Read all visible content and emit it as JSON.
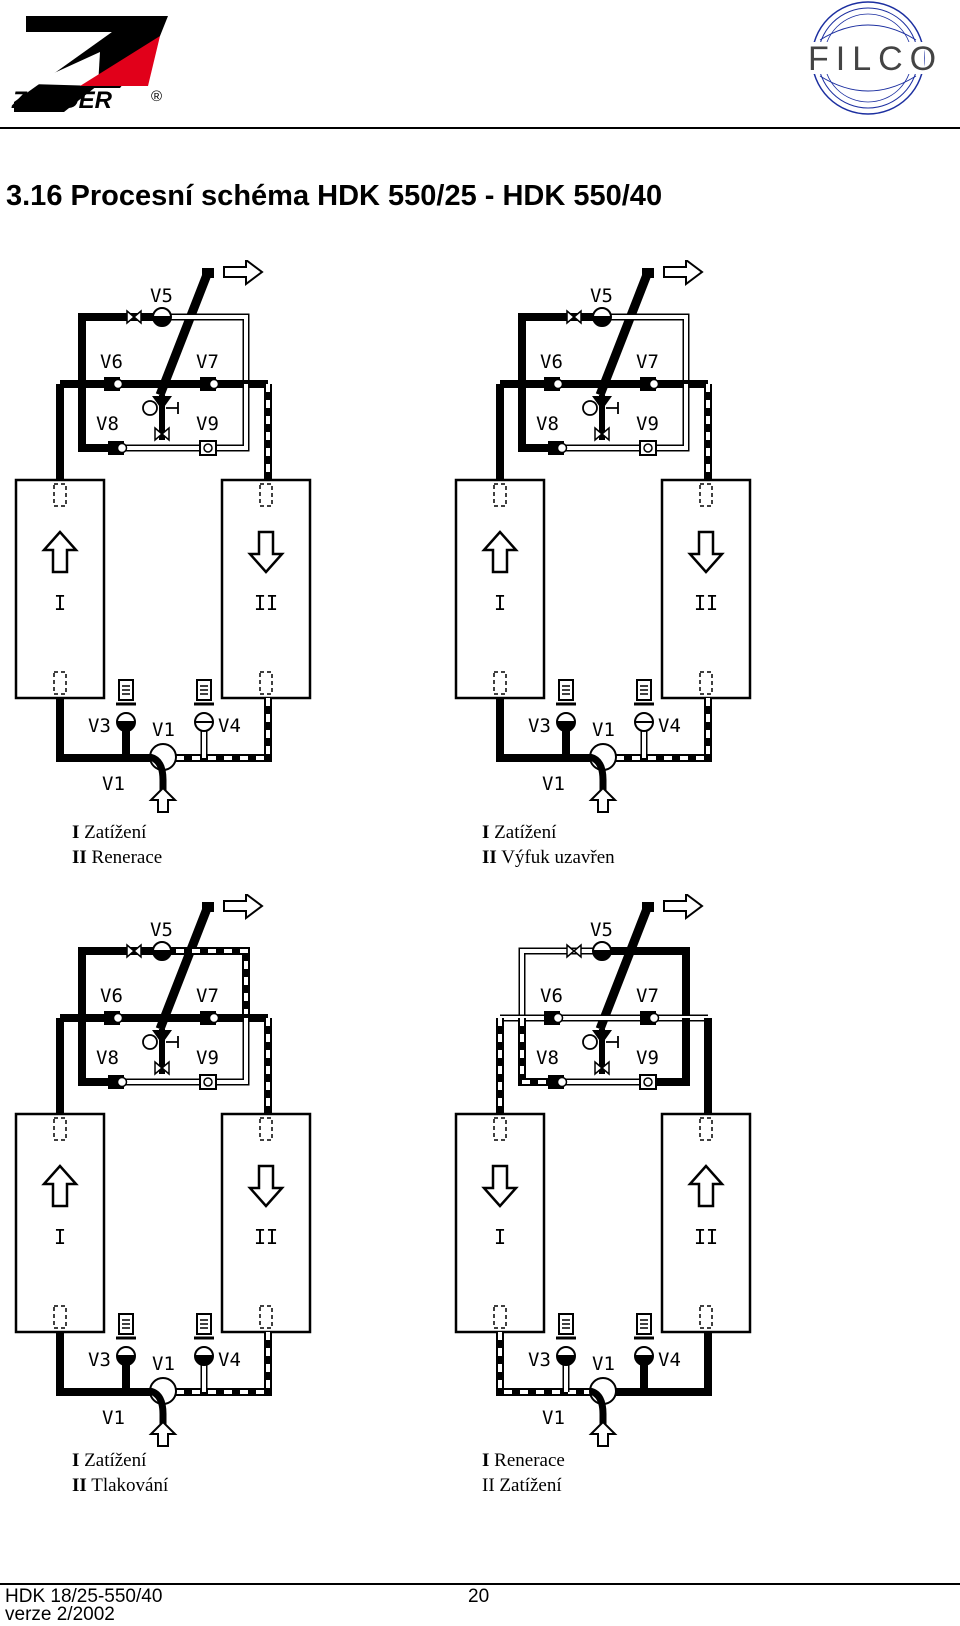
{
  "header": {
    "zander_logo_text": "ZANDER",
    "registered_mark": "®",
    "filco_logo_text": "FILCO"
  },
  "title": "3.16  Procesní schéma HDK 550/25 - HDK 550/40",
  "panels": [
    {
      "labels": {
        "v1": "V1",
        "v1_bottom": "V1",
        "v3": "V3",
        "v4": "V4",
        "v5": "V5",
        "v6": "V6",
        "v7": "V7",
        "v8": "V8",
        "v9": "V9",
        "tower_left": "I",
        "tower_right": "II"
      },
      "caption": {
        "line1_bold": "I",
        "line1_text": "Zatížení",
        "line2_bold": "II",
        "line2_text": "Renerace"
      }
    },
    {
      "labels": {
        "v1": "V1",
        "v1_bottom": "V1",
        "v3": "V3",
        "v4": "V4",
        "v5": "V5",
        "v6": "V6",
        "v7": "V7",
        "v8": "V8",
        "v9": "V9",
        "tower_left": "I",
        "tower_right": "II"
      },
      "caption": {
        "line1_bold": "I",
        "line1_text": "Zatížení",
        "line2_bold": "II",
        "line2_text": "Výfuk uzavřen"
      }
    },
    {
      "labels": {
        "v1": "V1",
        "v1_bottom": "V1",
        "v3": "V3",
        "v4": "V4",
        "v5": "V5",
        "v6": "V6",
        "v7": "V7",
        "v8": "V8",
        "v9": "V9",
        "tower_left": "I",
        "tower_right": "II"
      },
      "caption": {
        "line1_bold": "I",
        "line1_text": "Zatížení",
        "line2_bold": "II",
        "line2_text": "Tlakování"
      }
    },
    {
      "labels": {
        "v1": "V1",
        "v1_bottom": "V1",
        "v3": "V3",
        "v4": "V4",
        "v5": "V5",
        "v6": "V6",
        "v7": "V7",
        "v8": "V8",
        "v9": "V9",
        "tower_left": "I",
        "tower_right": "II"
      },
      "caption": {
        "line1_bold": "I",
        "line1_text": "Renerace",
        "line2_bold": "",
        "line2_text": "II Zatížení"
      }
    }
  ],
  "footer": {
    "model": "HDK 18/25-550/40",
    "page_number": "20",
    "version": "verze 2/2002"
  },
  "colors": {
    "zander_red": "#e1001a",
    "filco_blue": "#1c2fa0",
    "line": "#000000"
  }
}
